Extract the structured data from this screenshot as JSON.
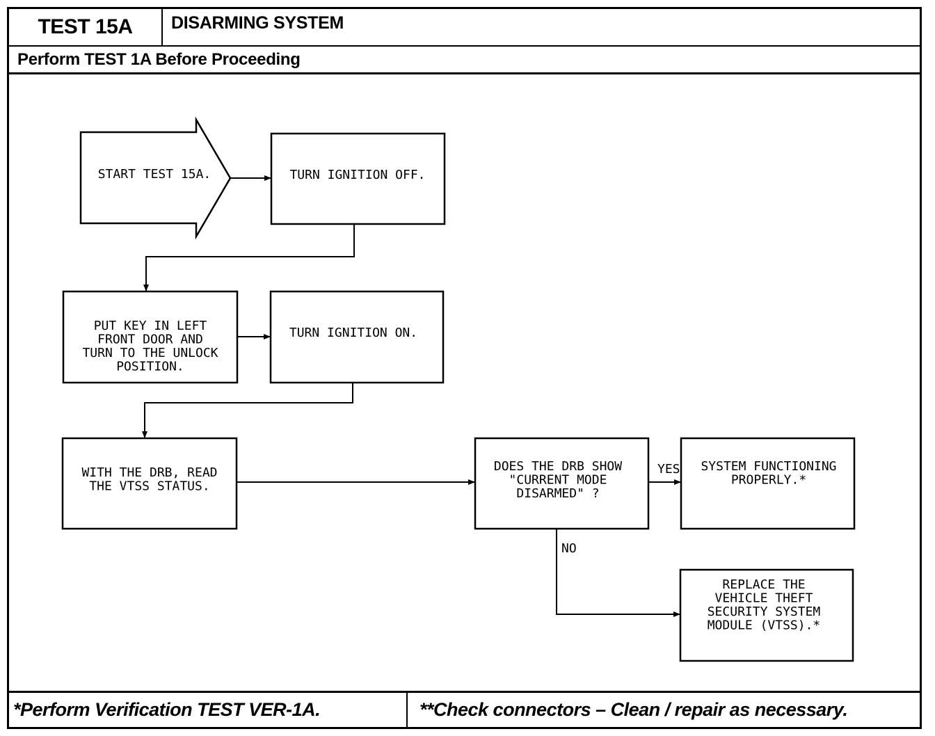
{
  "header": {
    "test_id": "TEST 15A",
    "title": "DISARMING SYSTEM",
    "prerequisite": "Perform TEST 1A Before Proceeding"
  },
  "nodes": {
    "start": [
      "START TEST 15A."
    ],
    "ign_off": [
      "TURN IGNITION OFF."
    ],
    "put_key": [
      "PUT KEY IN LEFT",
      "FRONT DOOR AND",
      "TURN TO THE UNLOCK",
      "POSITION."
    ],
    "ign_on": [
      "TURN IGNITION ON."
    ],
    "read_status": [
      "WITH THE DRB, READ",
      "THE VTSS STATUS."
    ],
    "decision": [
      "DOES THE DRB SHOW",
      "\"CURRENT MODE",
      "DISARMED\" ?"
    ],
    "ok": [
      "SYSTEM FUNCTIONING",
      "PROPERLY.*"
    ],
    "replace": [
      "REPLACE THE",
      "VEHICLE THEFT",
      "SECURITY SYSTEM",
      "MODULE (VTSS).*"
    ]
  },
  "edge_labels": {
    "yes": "YES",
    "no": "NO"
  },
  "footer": {
    "left": "*Perform Verification TEST VER-1A.",
    "right": "**Check connectors – Clean / repair as necessary."
  }
}
